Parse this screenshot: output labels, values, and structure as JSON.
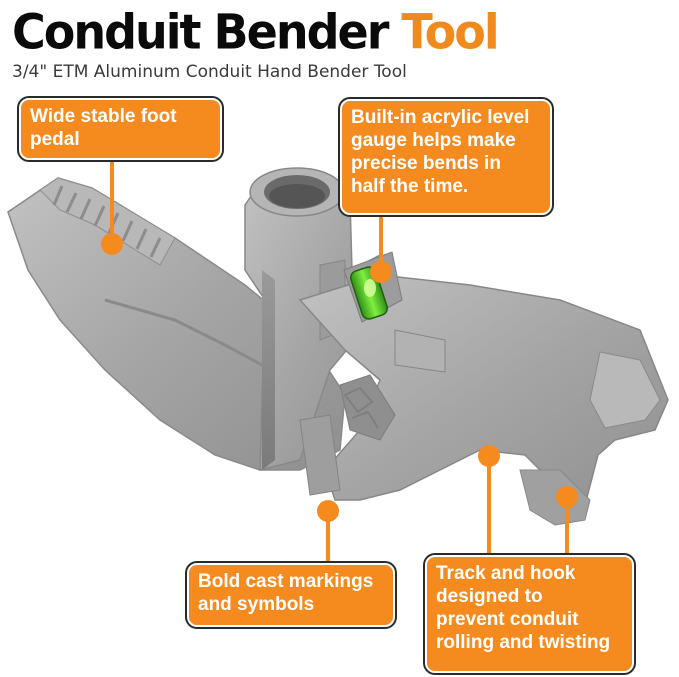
{
  "header": {
    "title_main": "Conduit Bender",
    "title_accent": "Tool",
    "subtitle": "3/4\" ETM Aluminum Conduit Hand Bender Tool"
  },
  "callouts": [
    {
      "text": "Wide stable foot\npedal"
    },
    {
      "text": "Built-in acrylic level\ngauge helps make\nprecise bends in\nhalf the time."
    },
    {
      "text": "Bold cast markings\nand symbols"
    },
    {
      "text": "Track and hook\ndesigned to\nprevent conduit\nrolling and twisting"
    }
  ],
  "colors": {
    "accent": "#f58b1f",
    "title_accent": "#f08a1c",
    "metal": "#a9a9a9",
    "level_vial": "#5fd82a"
  },
  "icons": [
    "pointer-dot"
  ]
}
